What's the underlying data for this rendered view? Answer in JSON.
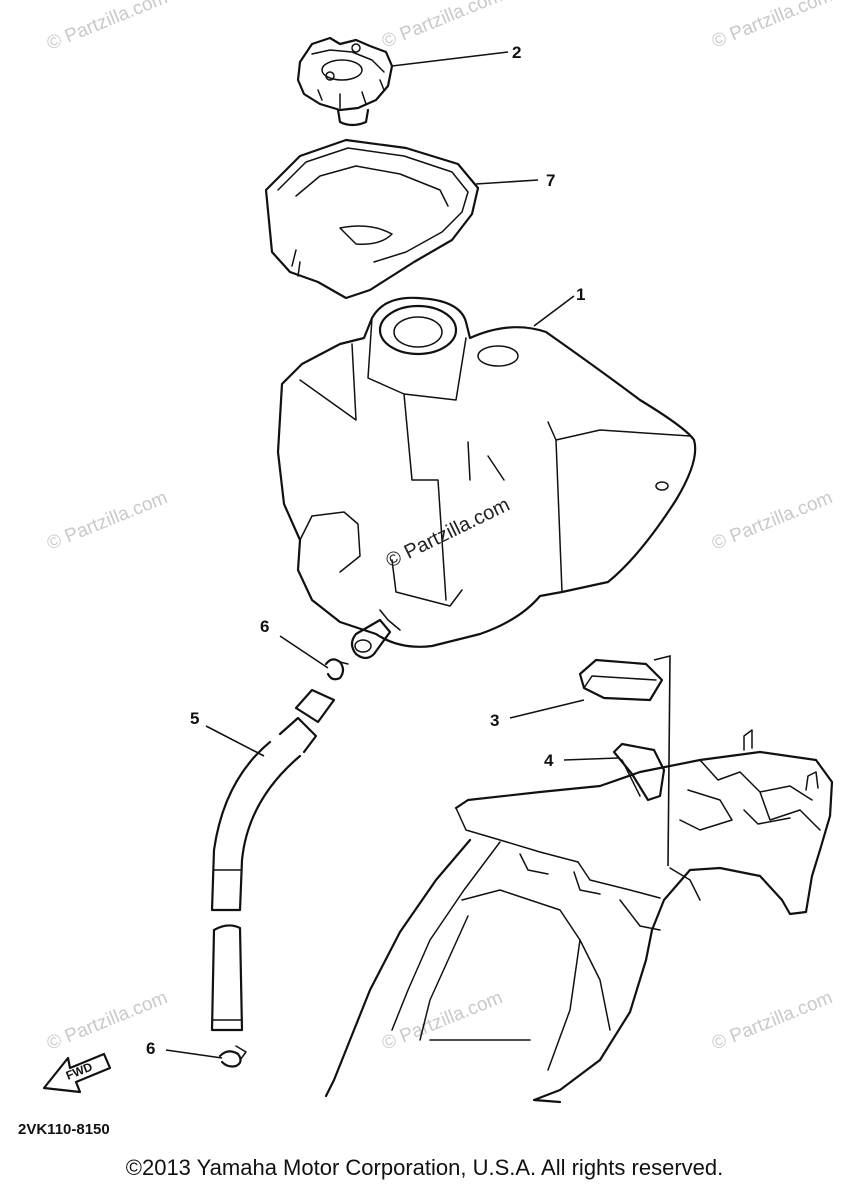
{
  "diagram": {
    "code": "2VK110-8150",
    "fwd_label": "FWD",
    "copyright": "©2013 Yamaha Motor Corporation, U.S.A. All rights reserved.",
    "watermark": "© Partzilla.com",
    "callouts": [
      "2",
      "7",
      "1",
      "6",
      "5",
      "3",
      "4",
      "6"
    ]
  }
}
